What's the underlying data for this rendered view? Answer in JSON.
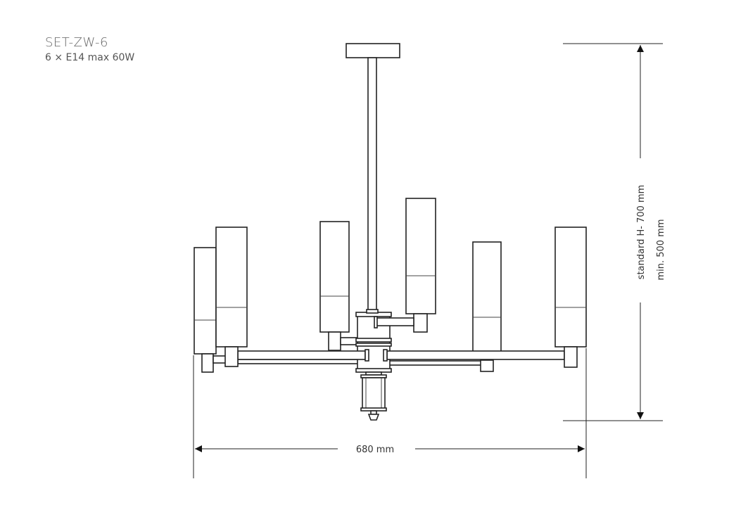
{
  "product": {
    "model": "SET-ZW-6",
    "spec": "6 × E14 max 60W"
  },
  "dimensions": {
    "width_label": "680 mm",
    "height_standard_label": "standard H- 700 mm",
    "height_min_label": "min. 500 mm"
  },
  "colors": {
    "line": "#222222",
    "text": "#555555",
    "background": "#ffffff"
  }
}
